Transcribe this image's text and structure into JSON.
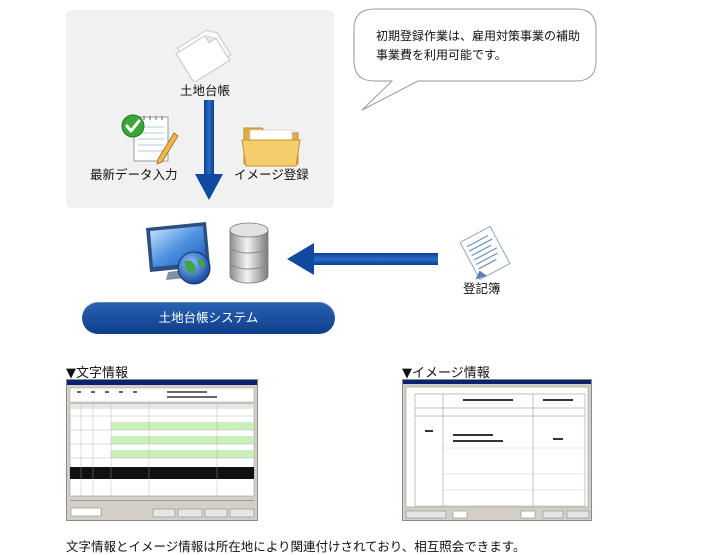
{
  "diagram": {
    "land_ledger_label": "土地台帳",
    "new_data_entry_label": "最新データ入力",
    "image_registration_label": "イメージ登録",
    "registry_book_label": "登記簿",
    "system_label": "土地台帳システム",
    "bubble_text": "初期登録作業は、雇用対策事業の補助事業費を利用可能です。"
  },
  "sections": {
    "text_info_title": "▼文字情報",
    "image_info_title": "▼イメージ情報"
  },
  "footer": {
    "caption": "文字情報とイメージ情報は所在地により関連付けされており、相互照会できます。"
  },
  "colors": {
    "arrow_blue": "#1150a8",
    "pill_blue": "#1a4e9e",
    "panel_grey": "#f1f1f1",
    "folder_yellow": "#f2c766",
    "check_green": "#3aa63a"
  }
}
